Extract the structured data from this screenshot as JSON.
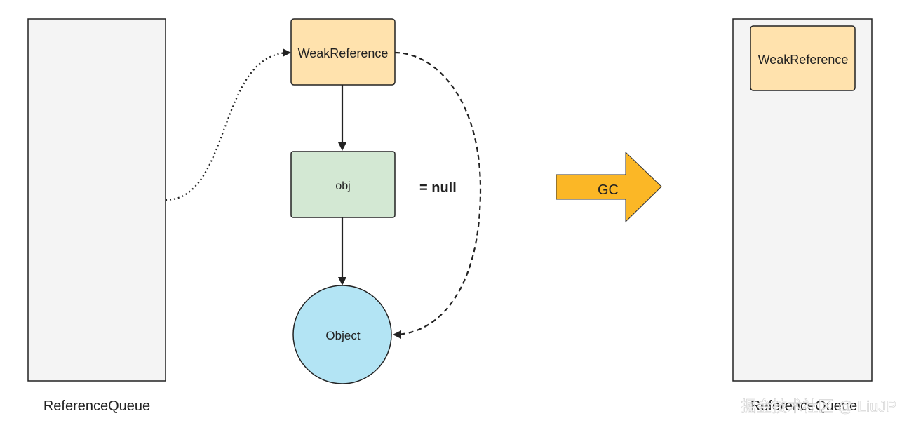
{
  "diagram": {
    "left_queue_label": "ReferenceQueue",
    "right_queue_label": "ReferenceQueue",
    "weak_reference_label": "WeakReference",
    "weak_reference_in_queue_label": "WeakReference",
    "obj_label": "obj",
    "object_label": "Object",
    "null_assignment_label": "= null",
    "gc_arrow_label": "GC",
    "watermark": "掘金技术社区 @ LiuJP"
  },
  "colors": {
    "queue_fill": "#f4f4f4",
    "weak_reference_fill": "#ffe2ad",
    "obj_fill": "#d3e8d3",
    "object_fill": "#b3e4f4",
    "gc_arrow_fill": "#fbb726",
    "stroke": "#222222"
  }
}
